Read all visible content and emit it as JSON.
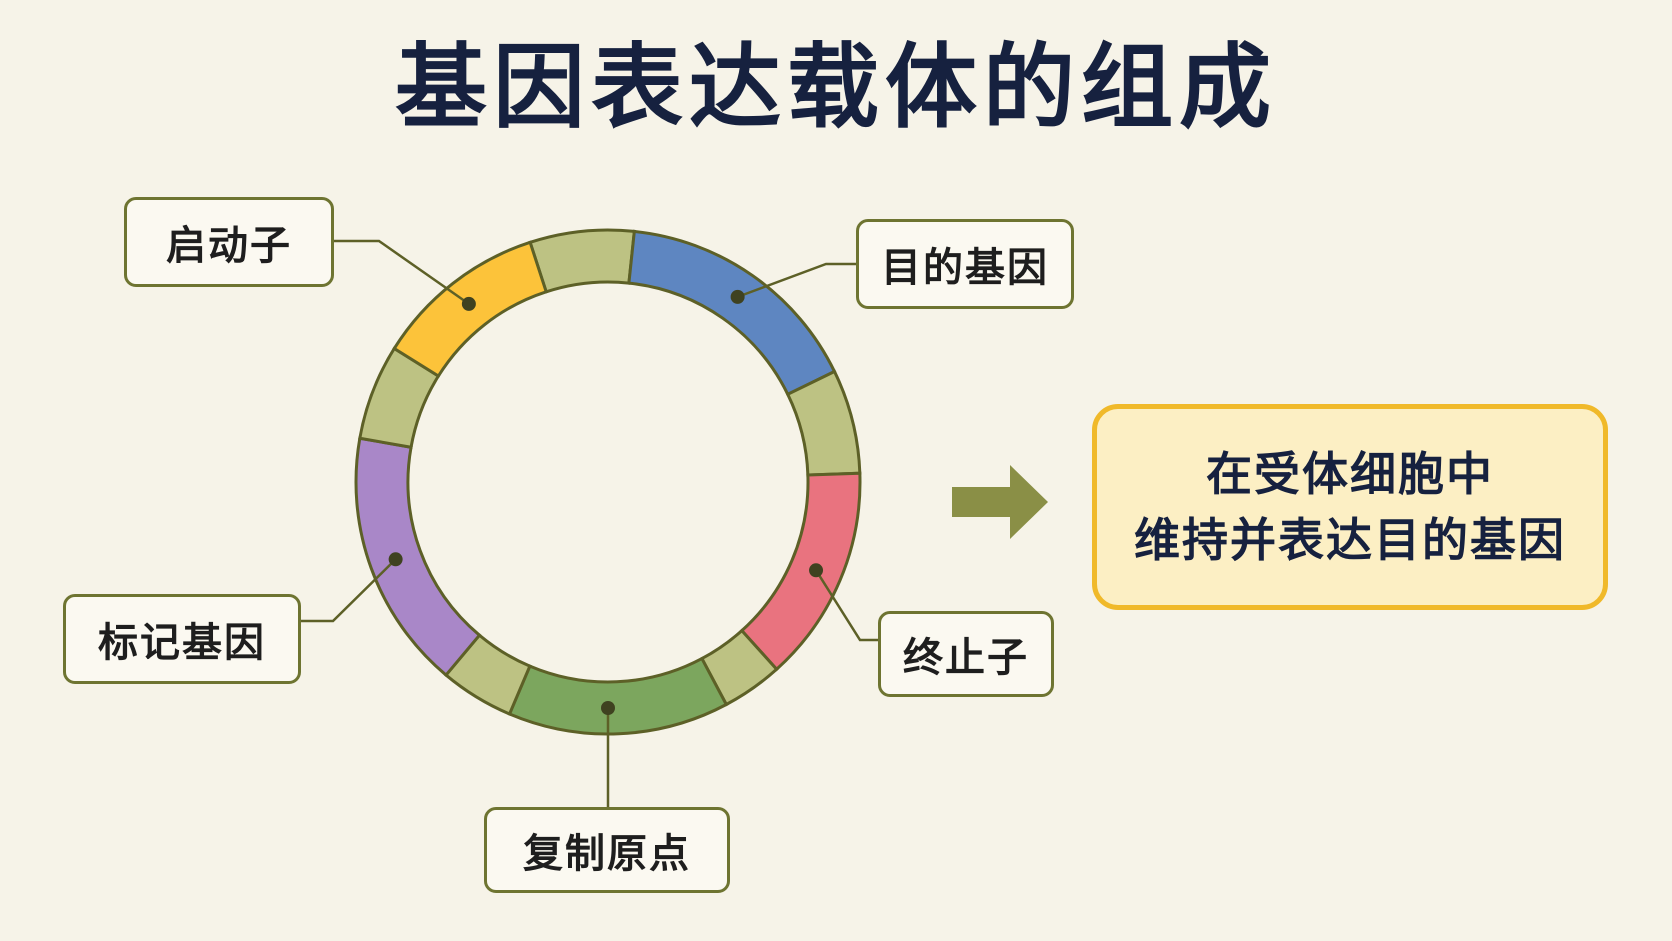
{
  "title": "基因表达载体的组成",
  "labels": {
    "promoter": "启动子",
    "target_gene": "目的基因",
    "terminator": "终止子",
    "origin": "复制原点",
    "marker": "标记基因"
  },
  "result": {
    "line1": "在受体细胞中",
    "line2": "维持并表达目的基因"
  },
  "colors": {
    "promoter": "#fcc33a",
    "target_gene": "#5e86c1",
    "terminator": "#e9737f",
    "origin": "#7ca65e",
    "marker": "#a987c8",
    "spacer": "#bdc283",
    "outline": "#5d6027",
    "arrow": "#8a8f46",
    "title": "#16213f"
  }
}
